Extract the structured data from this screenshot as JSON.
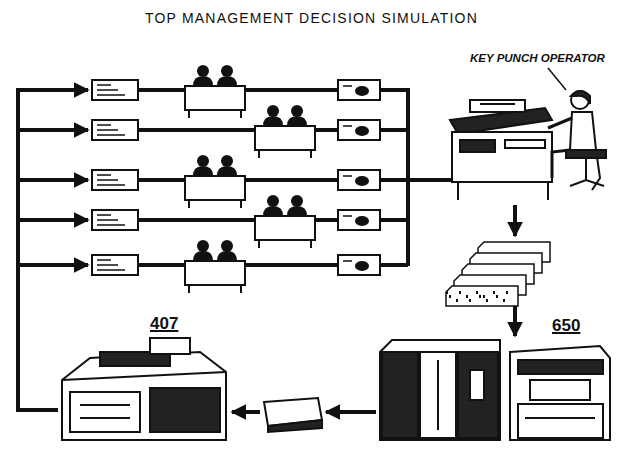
{
  "diagram": {
    "title": "TOP MANAGEMENT DECISION SIMULATION",
    "labels": [
      "KEY PUNCH OPERATOR",
      "407",
      "650"
    ]
  }
}
